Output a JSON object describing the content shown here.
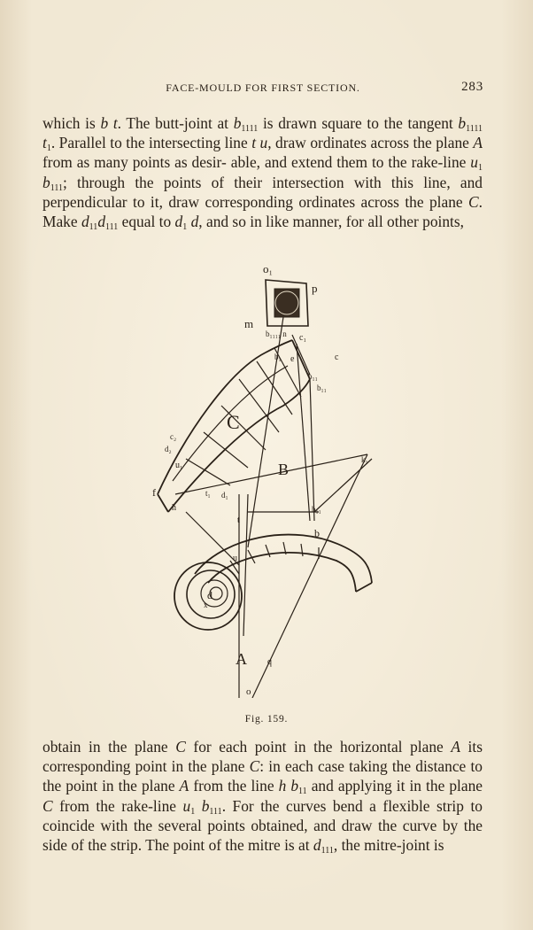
{
  "header": {
    "running_title": "FACE-MOULD FOR FIRST SECTION.",
    "page_number": "283"
  },
  "paragraph_top": {
    "l1_a": "which is ",
    "l1_bt": "b t",
    "l1_b": ".  The butt-joint at ",
    "l1_c": " is drawn square to the",
    "l2_a": "tangent ",
    "l2_b": ".  Parallel to the intersecting line ",
    "l2_tu": "t u",
    "l2_c": ", draw",
    "l3": "ordinates across the plane ",
    "l3_A": "A",
    "l3_b": " from as many points as desir-",
    "l4_a": "able, and extend them to the rake-line ",
    "l4_b": "; through the",
    "l5": "points of their intersection with this line, and perpendicular",
    "l6_a": "to it, draw corresponding ordinates across the plane ",
    "l6_C": "C",
    "l6_b": ".  Make",
    "l7_a": " equal to ",
    "l7_b": ", and so in like manner, for all other points,"
  },
  "caption": "Fig. 159.",
  "paragraph_bottom": {
    "l1_a": "obtain in the plane ",
    "l1_C": "C",
    "l1_b": " for each point in the horizontal plane",
    "l2_A": "A",
    "l2_b": " its corresponding point in the plane ",
    "l2_C": "C",
    "l2_c": ": in each case",
    "l3_a": "taking the distance to the point in the plane ",
    "l3_A": "A",
    "l3_b": " from the line",
    "l4_a": " and applying it in the plane ",
    "l4_C": "C",
    "l4_b": " from the rake-line ",
    "l5": "For the curves bend a flexible strip to coincide with the",
    "l6": "several points obtained, and draw the curve by the side of",
    "l7_a": "the strip.  The point of the mitre is at ",
    "l7_b": ", the mitre-joint is"
  },
  "symbols": {
    "b": "b",
    "t": "t",
    "u": "u",
    "d": "d",
    "hb": "h b",
    "sub1": "1",
    "sub2": "11",
    "sub3": "111",
    "sub4": "1111",
    "sub_t": "1"
  },
  "figure_labels": {
    "A": "A",
    "B": "B",
    "C": "C",
    "o1": "o₁",
    "p": "p",
    "m": "m",
    "bn": "b₁₁₁₁ n",
    "c1": "c₁",
    "c": "c",
    "b_top": "b₁",
    "e": "e",
    "bx": "b₁₁",
    "bm": "b₁₁",
    "k1": "k₁",
    "c2": "c₂",
    "d2": "d₂",
    "u1": "u₁",
    "f": "f",
    "h": "h",
    "t1": "t₁",
    "d1": "d₁",
    "b_mid": "b₁₁",
    "t": "t",
    "b": "b",
    "u": "u",
    "d": "d",
    "x": "x",
    "a": "a",
    "o": "o",
    "q": "q"
  }
}
